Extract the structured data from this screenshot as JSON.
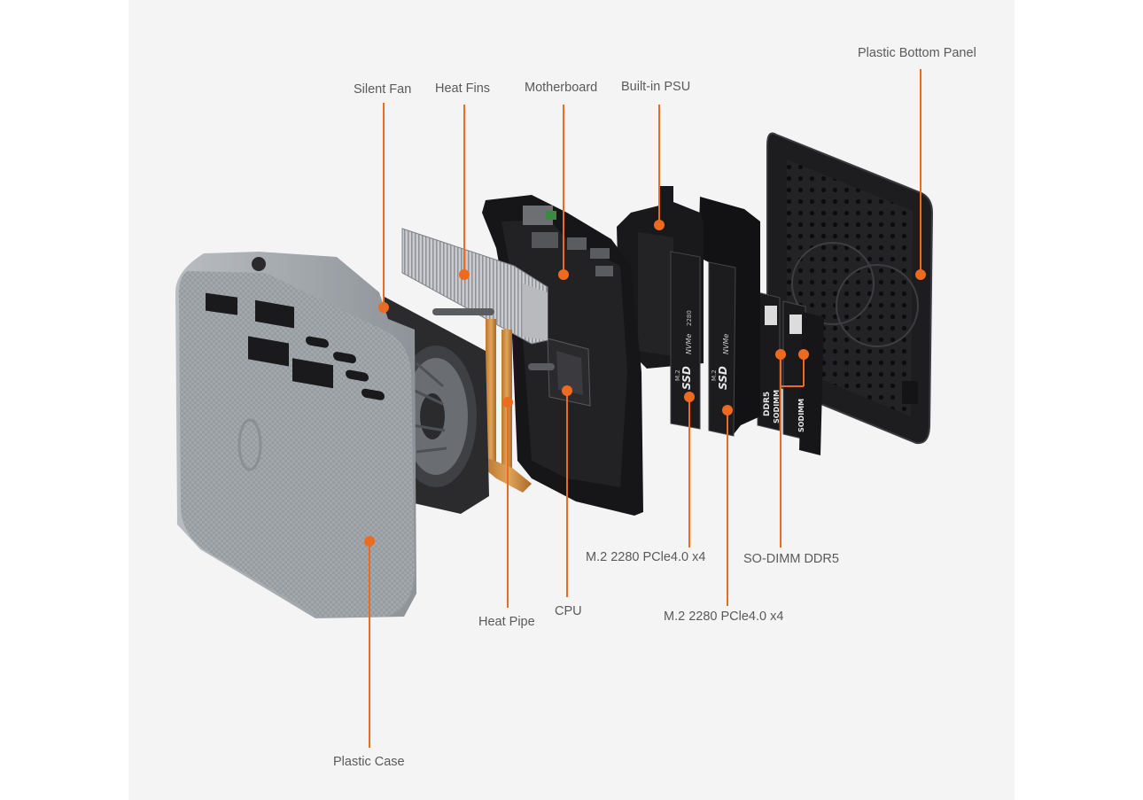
{
  "diagram": {
    "colors": {
      "accent": "#ee6a1e",
      "background": "#f4f4f4",
      "label_text": "#5a5a5a",
      "case_silver": "#9aa0a6",
      "component_dark": "#1f1f21"
    },
    "labels": {
      "silent_fan": "Silent Fan",
      "heat_fins": "Heat Fins",
      "motherboard": "Motherboard",
      "built_in_psu": "Built-in PSU",
      "plastic_bottom_panel": "Plastic Bottom Panel",
      "ssd_slot_1": "M.2 2280 PCle4.0 x4",
      "sodimm": "SO-DIMM DDR5",
      "ssd_slot_2": "M.2 2280 PCle4.0 x4",
      "cpu": "CPU",
      "heat_pipe": "Heat Pipe",
      "plastic_case": "Plastic Case"
    },
    "module_text": {
      "ssd_form": "M.2",
      "ssd_name": "SSD",
      "ssd_type": "NVMe",
      "ssd_size": "2280",
      "ram_type": "DDR5",
      "ram_form": "SODIMM"
    }
  }
}
